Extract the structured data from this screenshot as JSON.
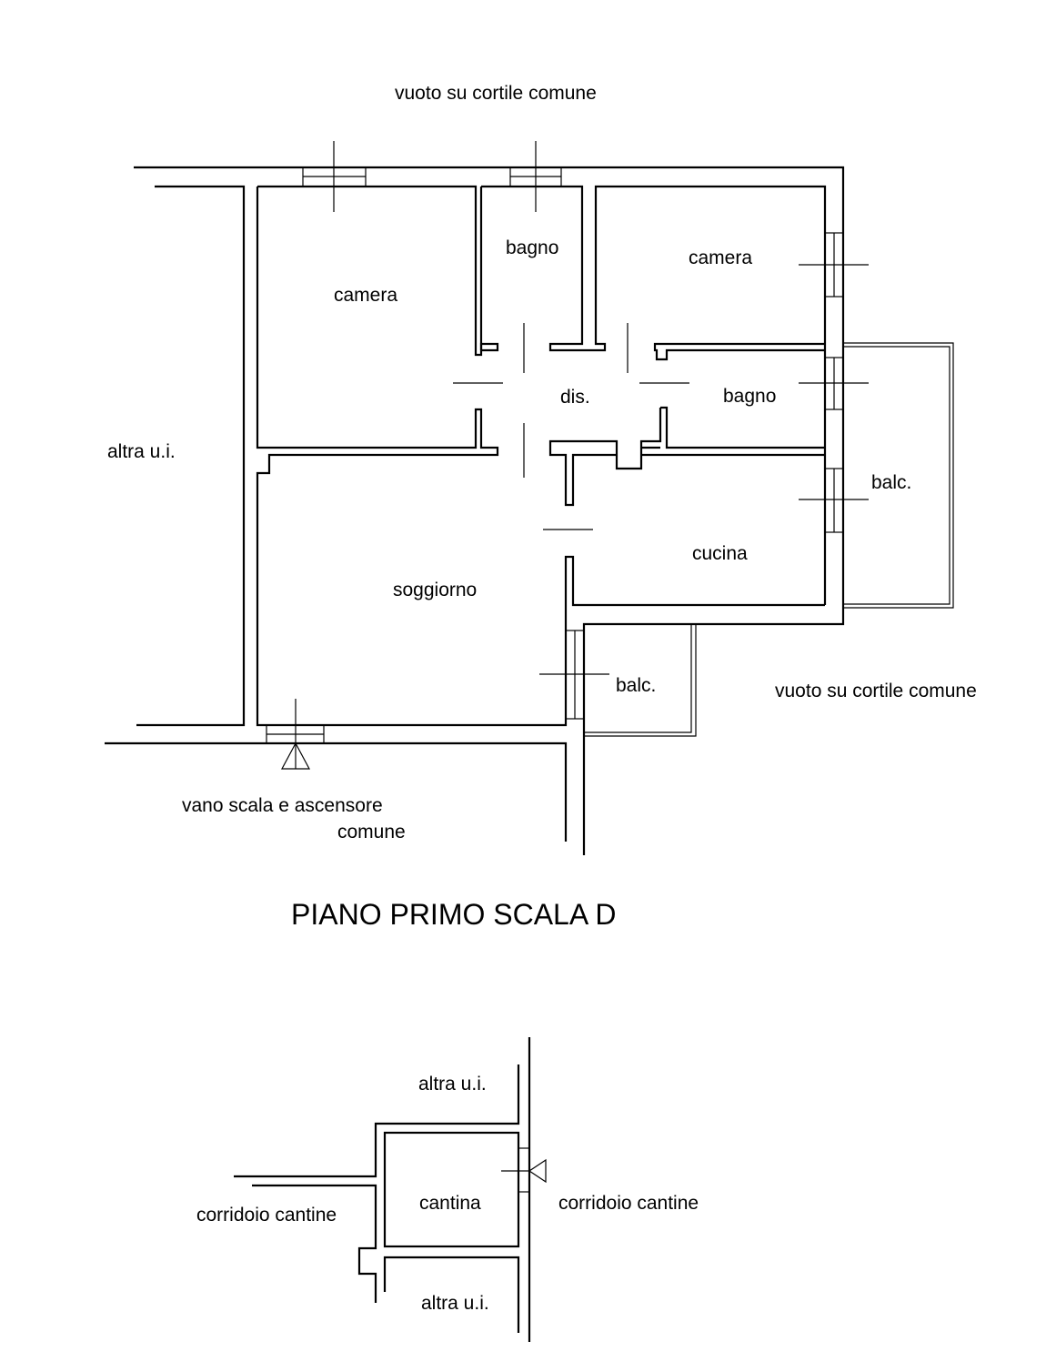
{
  "floor_plan": {
    "title": "PIANO PRIMO SCALA D",
    "labels": {
      "courtyard_top": "vuoto su cortile comune",
      "courtyard_right": "vuoto su cortile comune",
      "other_unit_left": "altra u.i.",
      "room_camera_1": "camera",
      "room_bagno_1": "bagno",
      "room_camera_2": "camera",
      "room_dis": "dis.",
      "room_bagno_2": "bagno",
      "room_balcone_1": "balc.",
      "room_cucina": "cucina",
      "room_soggiorno": "soggiorno",
      "room_balcone_2": "balc.",
      "stair_line1": "vano scala e ascensore",
      "stair_line2": "comune"
    }
  },
  "cellar_plan": {
    "labels": {
      "other_unit_top": "altra u.i.",
      "room_cantina": "cantina",
      "corridor_left": "corridoio cantine",
      "corridor_right": "corridoio cantine",
      "other_unit_bottom": "altra u.i."
    }
  }
}
